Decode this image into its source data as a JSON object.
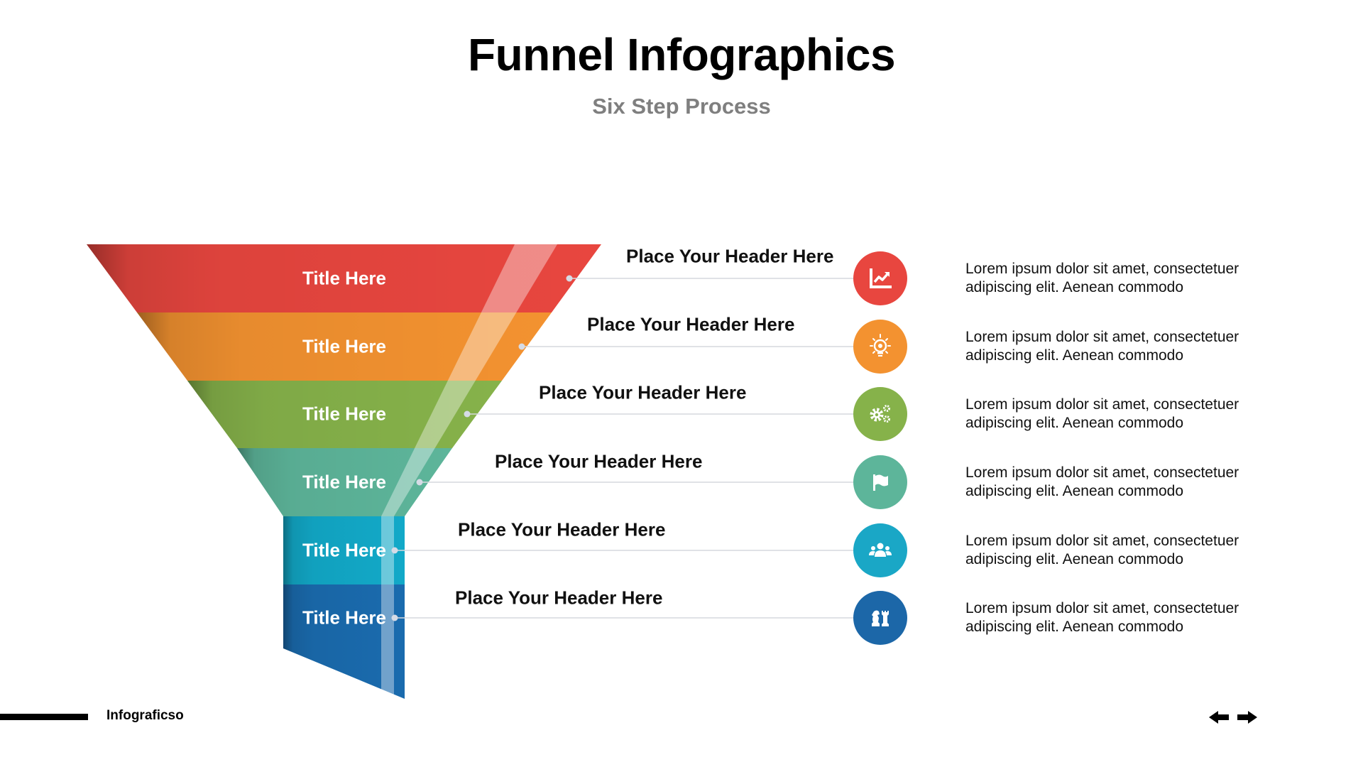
{
  "header": {
    "title": "Funnel Infographics",
    "subtitle": "Six Step Process"
  },
  "funnel": {
    "steps": [
      {
        "title": "Title Here",
        "header": "Place Your Header Here",
        "description": "Lorem ipsum dolor sit amet, consectetuer adipiscing elit. Aenean commodo",
        "icon": "chart-trending-up-icon",
        "color": "#E8463F"
      },
      {
        "title": "Title Here",
        "header": "Place Your Header Here",
        "description": "Lorem ipsum dolor sit amet, consectetuer adipiscing elit. Aenean commodo",
        "icon": "lightbulb-gear-icon",
        "color": "#F39230"
      },
      {
        "title": "Title Here",
        "header": "Place Your Header Here",
        "description": "Lorem ipsum dolor sit amet, consectetuer adipiscing elit. Aenean commodo",
        "icon": "gears-icon",
        "color": "#86B24A"
      },
      {
        "title": "Title Here",
        "header": "Place Your Header Here",
        "description": "Lorem ipsum dolor sit amet, consectetuer adipiscing elit. Aenean commodo",
        "icon": "flag-icon",
        "color": "#5DB59A"
      },
      {
        "title": "Title Here",
        "header": "Place Your Header Here",
        "description": "Lorem ipsum dolor sit amet, consectetuer adipiscing elit. Aenean commodo",
        "icon": "users-group-icon",
        "color": "#1AA7C6"
      },
      {
        "title": "Title Here",
        "header": "Place Your Header Here",
        "description": "Lorem ipsum dolor sit amet, consectetuer adipiscing elit. Aenean commodo",
        "icon": "chess-strategy-icon",
        "color": "#1C67A8"
      }
    ]
  },
  "footer": {
    "brand": "Infograficso",
    "prev_icon": "arrow-left-icon",
    "next_icon": "arrow-right-icon"
  }
}
